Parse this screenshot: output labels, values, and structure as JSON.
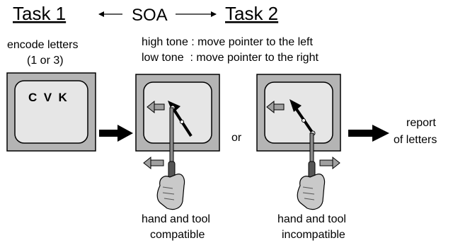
{
  "header": {
    "task1": "Task 1",
    "soa": "SOA",
    "task2": "Task 2"
  },
  "task1": {
    "instruction_line1": "encode letters",
    "instruction_line2": "(1 or 3)",
    "letters": "C  V  K"
  },
  "task2": {
    "rule_high": "high tone : move pointer to the left",
    "rule_low": "low tone  : move pointer to the right"
  },
  "conditions": {
    "or_label": "or",
    "compatible_line1": "hand and tool",
    "compatible_line2": "compatible",
    "incompatible_line1": "hand and tool",
    "incompatible_line2": "incompatible"
  },
  "report": {
    "line1": "report",
    "line2": "of letters"
  },
  "colors": {
    "monitor_frame": "#b4b4b4",
    "screen": "#e6e6e6",
    "small_arrow": "#a0a0a0",
    "ink": "#000000"
  }
}
